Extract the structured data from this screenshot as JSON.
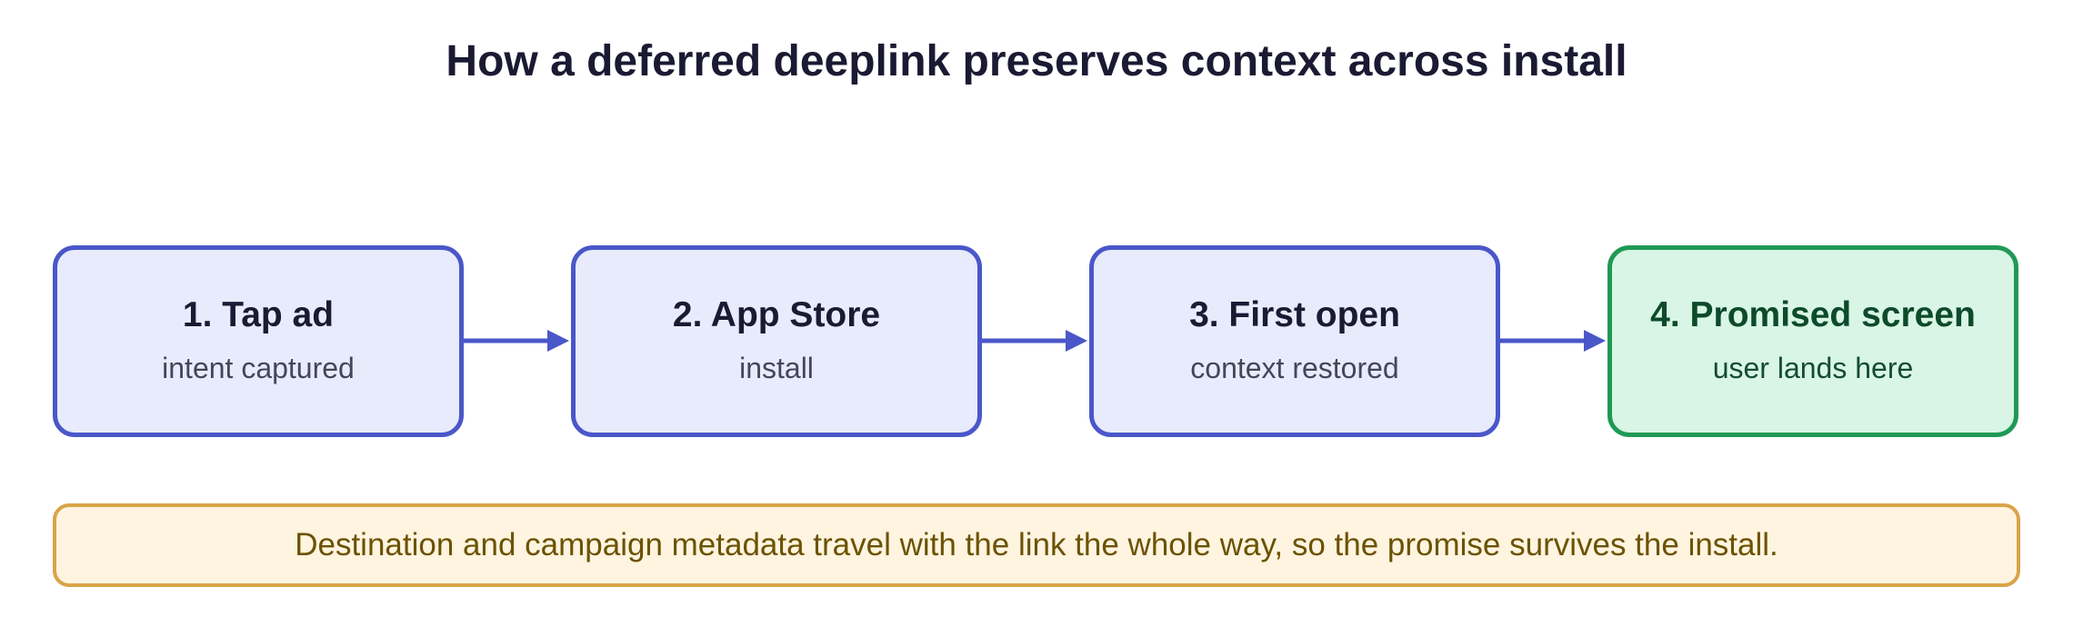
{
  "title": "How a deferred deeplink preserves context across install",
  "steps": [
    {
      "title": "1. Tap ad",
      "subtitle": "intent captured"
    },
    {
      "title": "2. App Store",
      "subtitle": "install"
    },
    {
      "title": "3. First open",
      "subtitle": "context restored"
    },
    {
      "title": "4. Promised screen",
      "subtitle": "user lands here"
    }
  ],
  "note": "Destination and campaign metadata travel with the link the whole way, so the promise survives the install.",
  "colors": {
    "step_border": "#4a57c9",
    "step_fill": "#e8ebfc",
    "final_border": "#209955",
    "final_fill": "#d8f5e5",
    "note_border": "#d9a448",
    "note_fill": "#fff4e0",
    "arrow": "#4a57c9"
  }
}
